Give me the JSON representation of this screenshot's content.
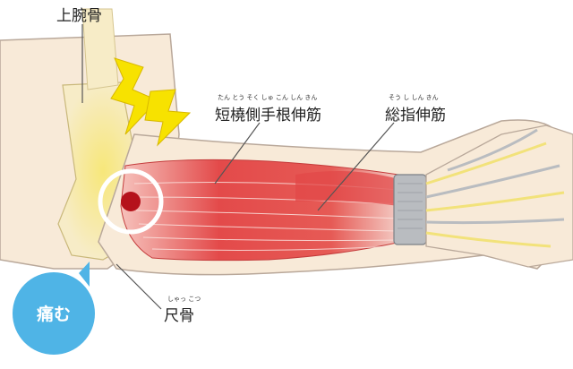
{
  "labels": {
    "humerus": "上腕骨",
    "ecrb": "短橈側手根伸筋",
    "ecrb_ruby": "たん とう そく しゅ こん しん きん",
    "edc": "総指伸筋",
    "edc_ruby": "そう し しん きん",
    "ulna": "尺骨",
    "ulna_ruby": "しゃっ こつ"
  },
  "badge": {
    "text": "痛む"
  },
  "colors": {
    "skin": "#f8ead8",
    "skin_outline": "#b9a89a",
    "bone": "#f3e6a6",
    "muscle": "#e04848",
    "muscle_light": "#f3b9b3",
    "tendon": "#f2e27a",
    "tendon_gray": "#b9bcc0",
    "pain_point": "#b5121b",
    "lightning": "#f7e200",
    "badge": "#4fb4e6"
  },
  "icons": {
    "pain": "lightning-bolt-icon"
  }
}
